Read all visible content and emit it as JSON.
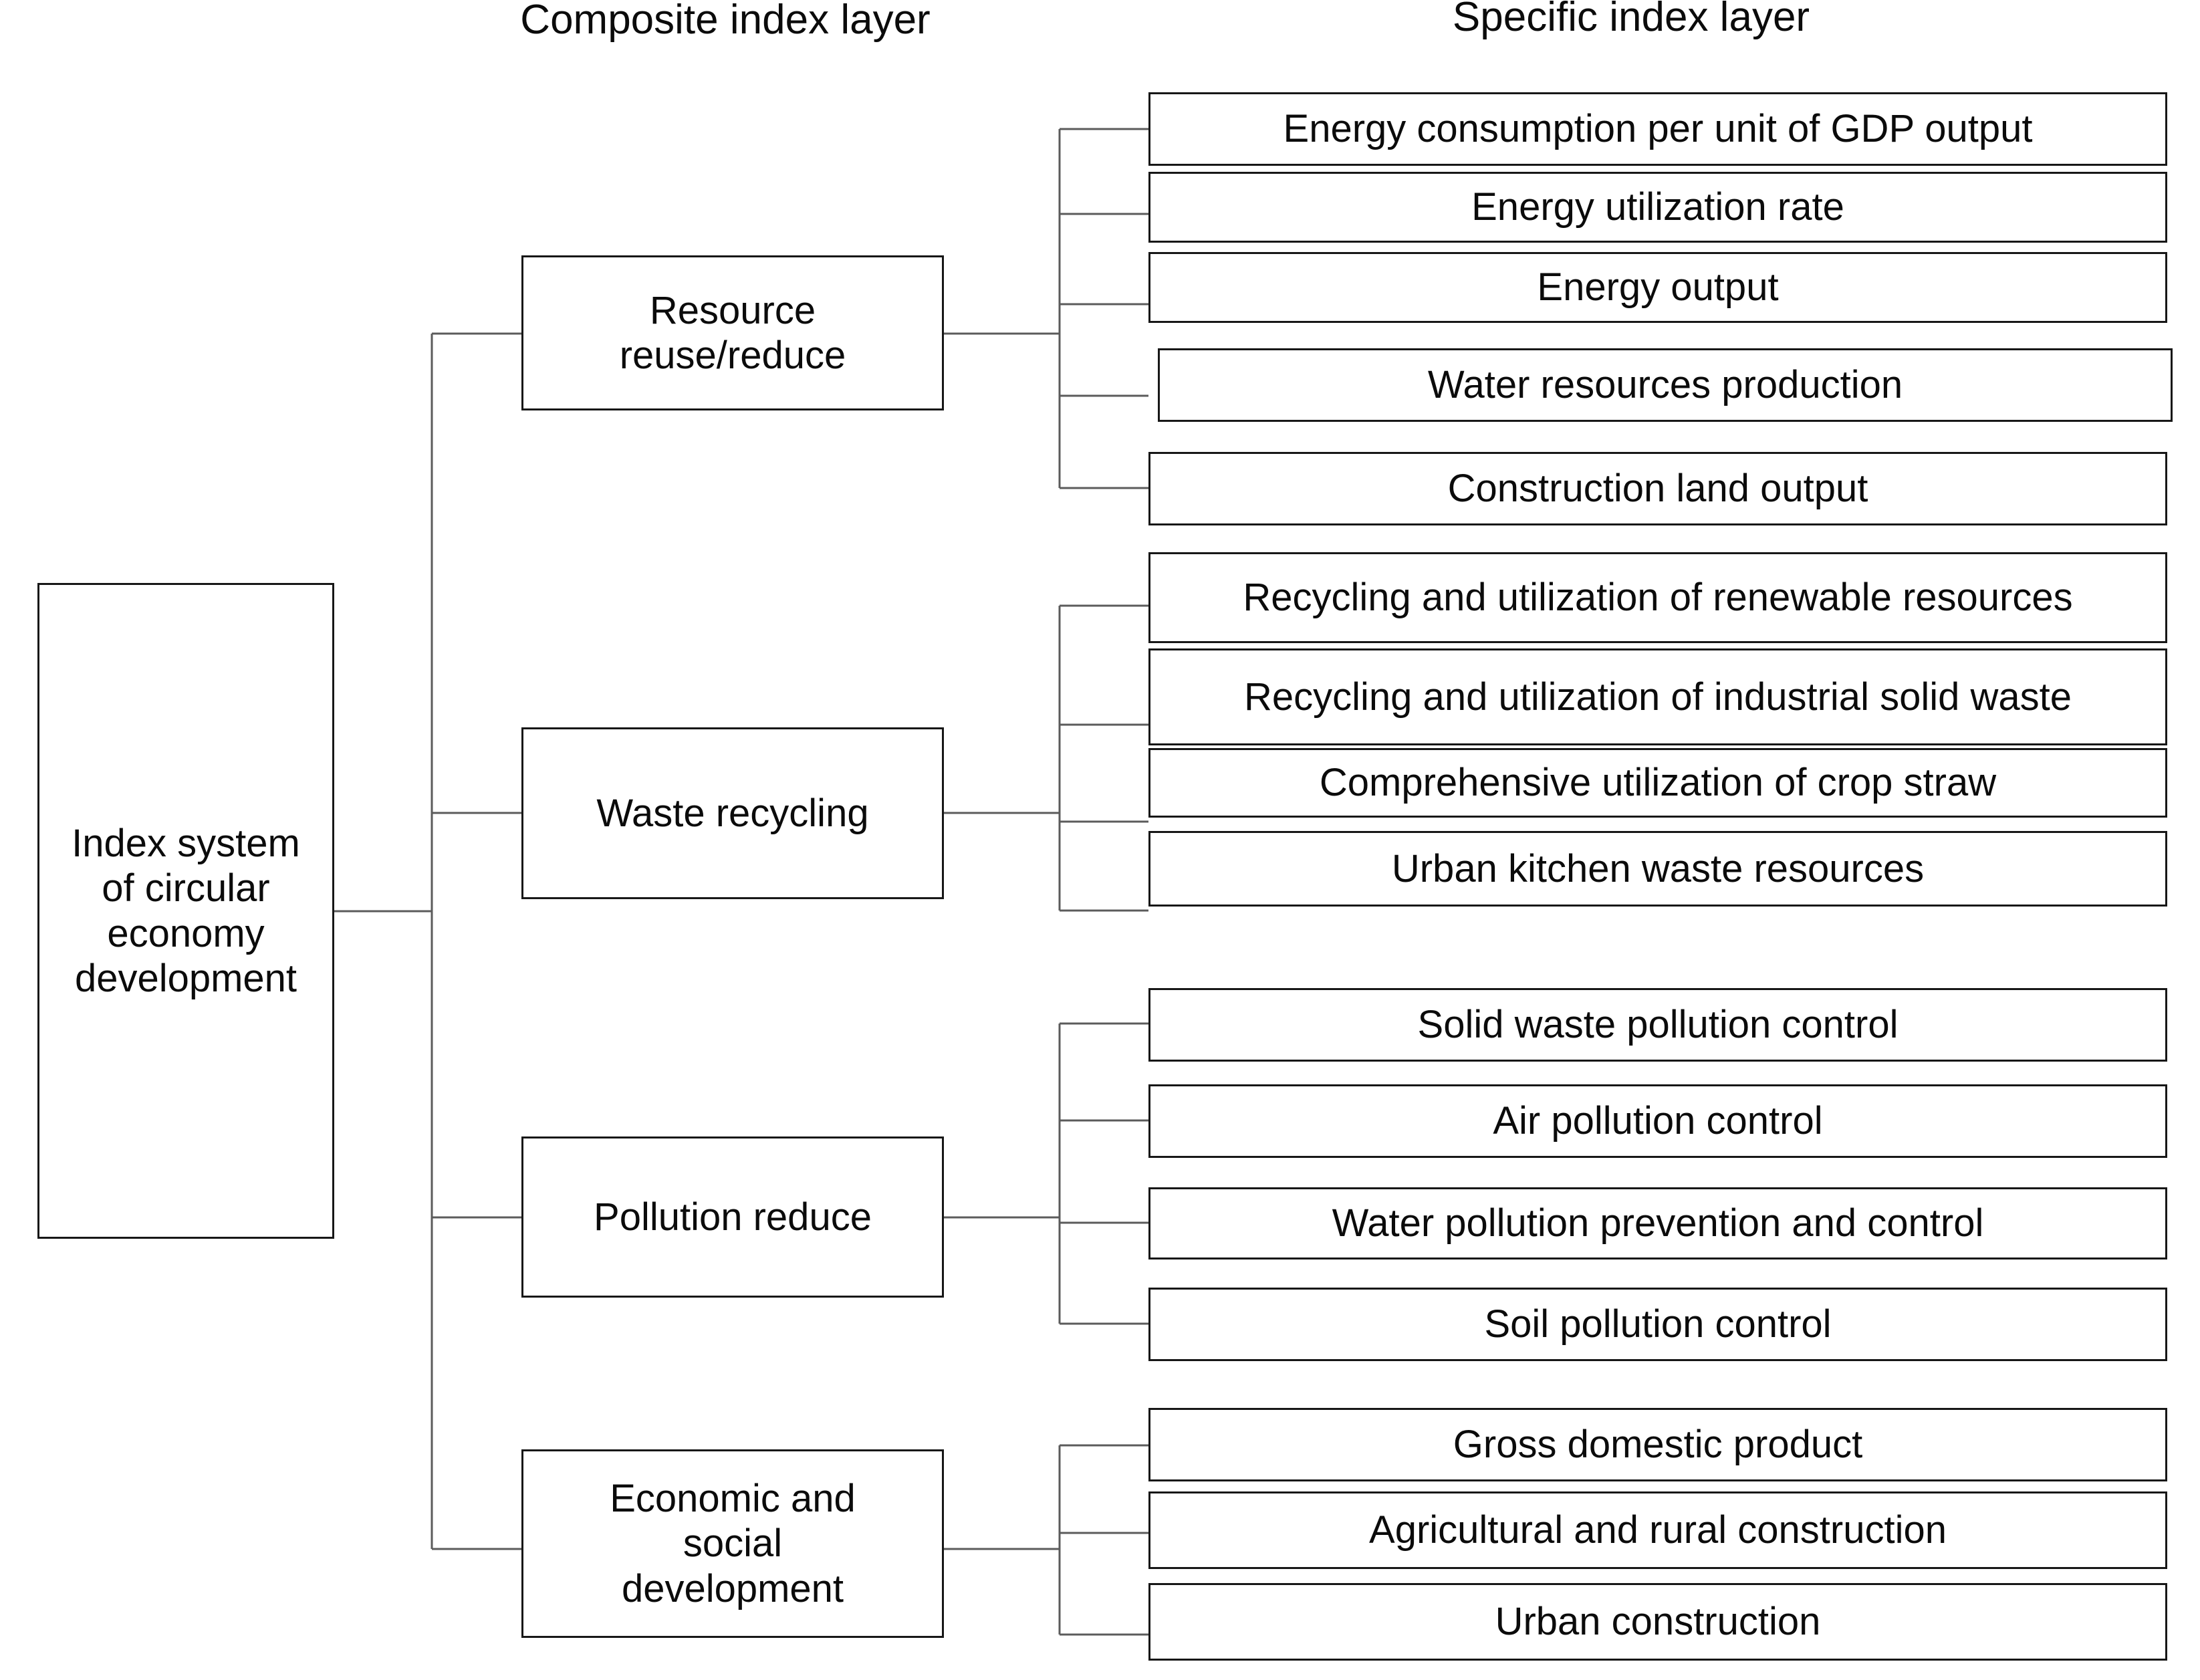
{
  "headers": {
    "composite": "Composite index layer",
    "specific": "Specific index layer"
  },
  "root": {
    "label": "Index system of circular economy development",
    "lines": [
      "Index",
      "system of",
      "circular",
      "economy",
      "development"
    ]
  },
  "groups": [
    {
      "composite_label": "Resource reuse/reduce",
      "specific": [
        "Energy consumption per unit of GDP output",
        "Energy utilization rate",
        "Energy output",
        "Water resources production",
        "Construction land output"
      ]
    },
    {
      "composite_label": "Waste recycling",
      "specific": [
        "Recycling and utilization of renewable resources",
        "Recycling and utilization of industrial solid waste",
        "Comprehensive utilization of crop straw",
        "Urban kitchen waste resources"
      ]
    },
    {
      "composite_label": "Pollution reduce",
      "specific": [
        "Solid waste pollution control",
        "Air pollution control",
        "Water pollution prevention and control",
        "Soil pollution control"
      ]
    },
    {
      "composite_label": "Economic and social development",
      "specific": [
        "Gross domestic product",
        "Agricultural and rural construction",
        "Urban construction"
      ]
    }
  ],
  "colors": {
    "box_border": "#171717",
    "connector": "#5b5b5b",
    "text": "#0b0b0b",
    "background": "#ffffff"
  }
}
